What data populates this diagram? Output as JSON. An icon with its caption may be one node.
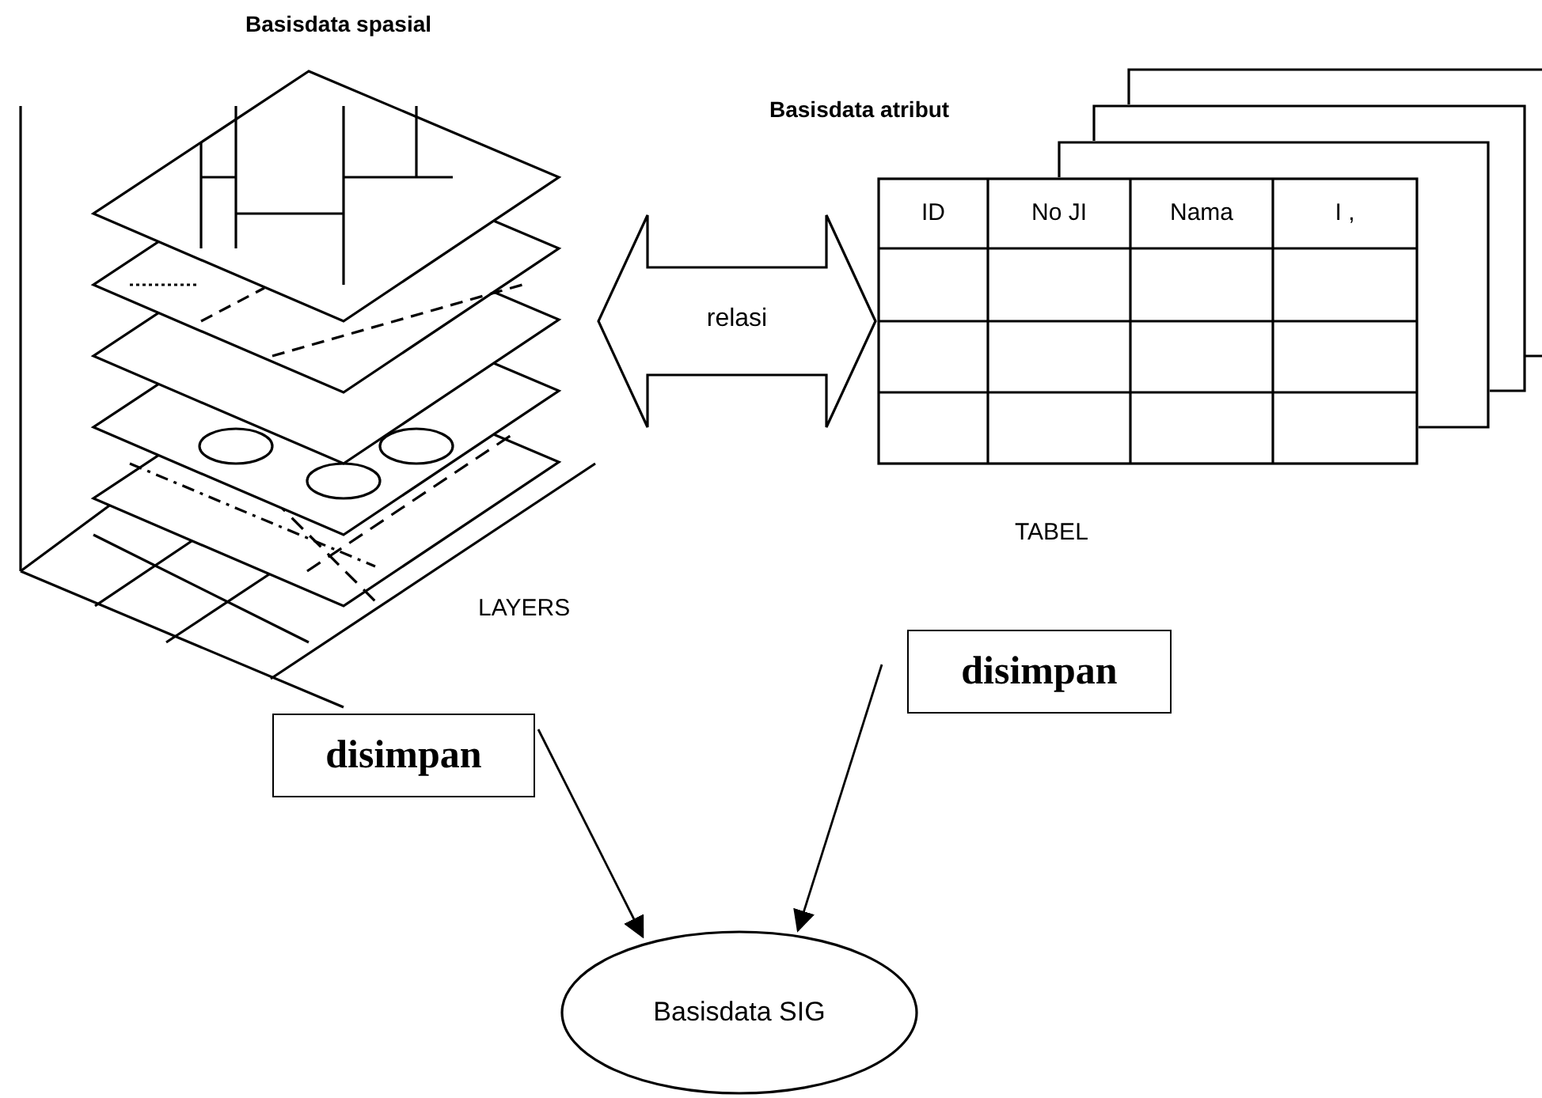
{
  "diagram": {
    "nodes": [
      {
        "text": [],
        "shape": "picture",
        "beside": [
          "Basisdata spasial"
        ]
      },
      {
        "text": [],
        "shape": "box",
        "beside": [
          "Basisdata atribut",
          "TABEL"
        ]
      },
      {
        "text": [
          "disimpan"
        ]
      },
      {
        "text": [
          "disimpan"
        ]
      },
      {
        "text": [
          "Basisdata SIG"
        ]
      }
    ],
    "edges": [
      {
        "from": 0,
        "to": 1,
        "arrow": "both",
        "label": "relasi"
      },
      {
        "from": 2,
        "to": 4,
        "arrow": "to"
      },
      {
        "from": 3,
        "to": 4,
        "arrow": "to"
      }
    ],
    "labels": [
      "ID",
      "No JI",
      "Nama",
      "I ,",
      "LAYERS"
    ]
  }
}
